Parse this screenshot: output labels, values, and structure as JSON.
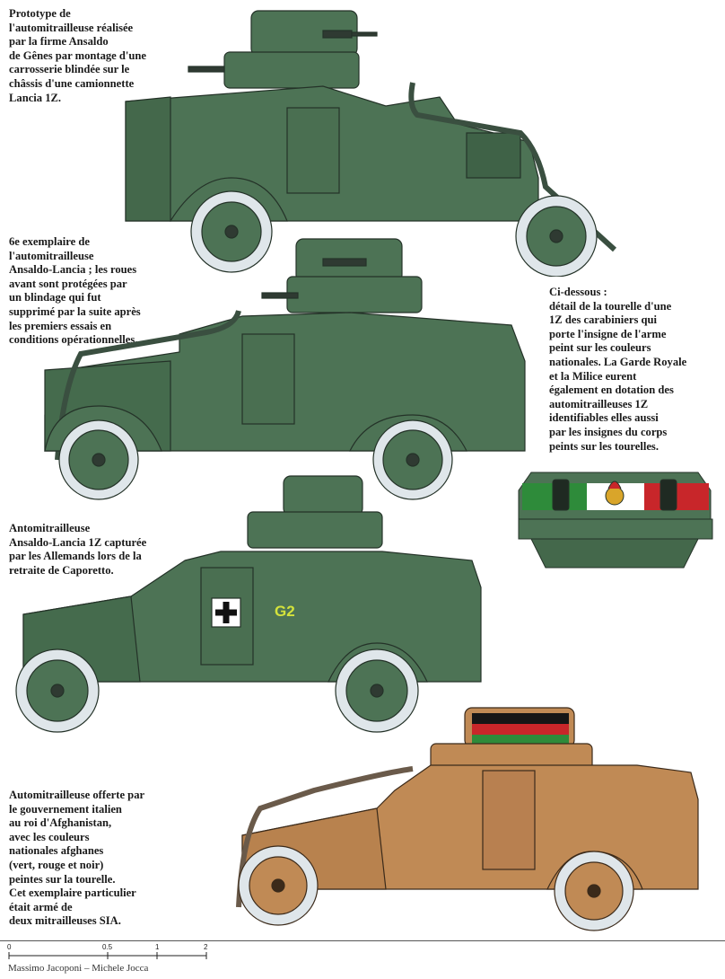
{
  "captions": {
    "prototype": "Prototype de\nl'automitrailleuse réalisée\npar la firme Ansaldo\nde Gênes par montage d'une\ncarrosserie blindée sur le\nchâssis d'une camionnette\nLancia 1Z.",
    "sixth": "6e exemplaire de\nl'automitrailleuse\nAnsaldo-Lancia ; les roues\navant sont protégées par\nun blindage qui fut\nsupprimé par la suite après\nles premiers essais en\nconditions opérationnelles.",
    "turret_detail": "Ci-dessous :\ndétail de la tourelle d'une\n1Z des carabiniers qui\nporte l'insigne de l'arme\npeint sur les couleurs\nnationales. La Garde Royale\net la Milice eurent\négalement en dotation des\nautomitrailleuses 1Z\nidentifiables elles aussi\npar les insignes du corps\npeints sur les tourelles.",
    "captured": "Antomitrailleuse\nAnsaldo-Lancia 1Z capturée\npar les Allemands lors de la\nretraite de Caporetto.",
    "afghan": "Automitrailleuse offerte par\nle gouvernement italien\nau roi d'Afghanistan,\navec les couleurs\nnationales afghanes\n(vert, rouge et noir)\npeintes sur la tourelle.\nCet exemplaire particulier\nétait armé de\ndeux mitrailleuses SIA."
  },
  "markings": {
    "captured_code": "G2"
  },
  "colors": {
    "italian_green": "#4d7355",
    "afghan_tan": "#c08a55",
    "tyre": "#dfe6ea",
    "outline": "#243228",
    "flag_green": "#2e8b3a",
    "flag_red": "#c8262a",
    "flag_black": "#161616"
  },
  "scale": {
    "ticks": [
      "0",
      "0.5",
      "1",
      "2"
    ]
  },
  "credits": "Massimo Jacoponi – Michele Jocca"
}
